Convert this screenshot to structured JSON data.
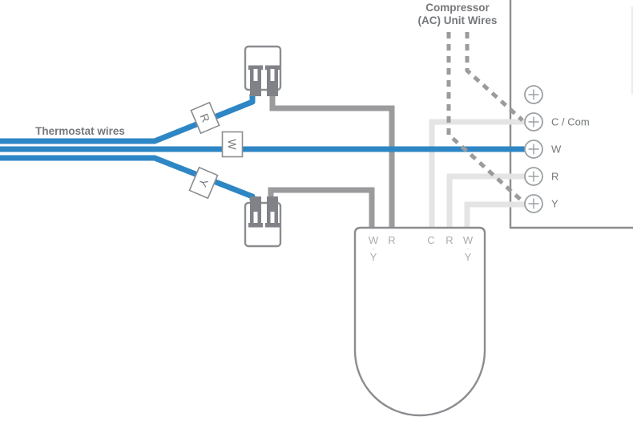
{
  "colors": {
    "wire_blue": "#2E86C4",
    "wire_gray": "#9B9B9E",
    "wire_light": "#E4E4E5",
    "outline_gray": "#8A8D90",
    "prong_gray": "#808287",
    "label_gray": "#75787B",
    "terminal_label_gray": "#A9ACAF"
  },
  "labels": {
    "thermostat_wires": "Thermostat wires",
    "compressor_line1": "Compressor",
    "compressor_line2": "(AC) Unit Wires"
  },
  "wire_tags": {
    "r": "R",
    "w": "W",
    "y": "Y"
  },
  "panel": {
    "terminals": [
      {
        "label": ""
      },
      {
        "label": "C / Com"
      },
      {
        "label": "W"
      },
      {
        "label": "R"
      },
      {
        "label": "Y"
      }
    ]
  },
  "thermostat": {
    "terminals": [
      {
        "line1": "W",
        "dot": "·",
        "line2": "Y"
      },
      {
        "line1": "R"
      },
      {
        "line1": "C"
      },
      {
        "line1": "R"
      },
      {
        "line1": "W",
        "dot": "·",
        "line2": "Y"
      }
    ]
  }
}
